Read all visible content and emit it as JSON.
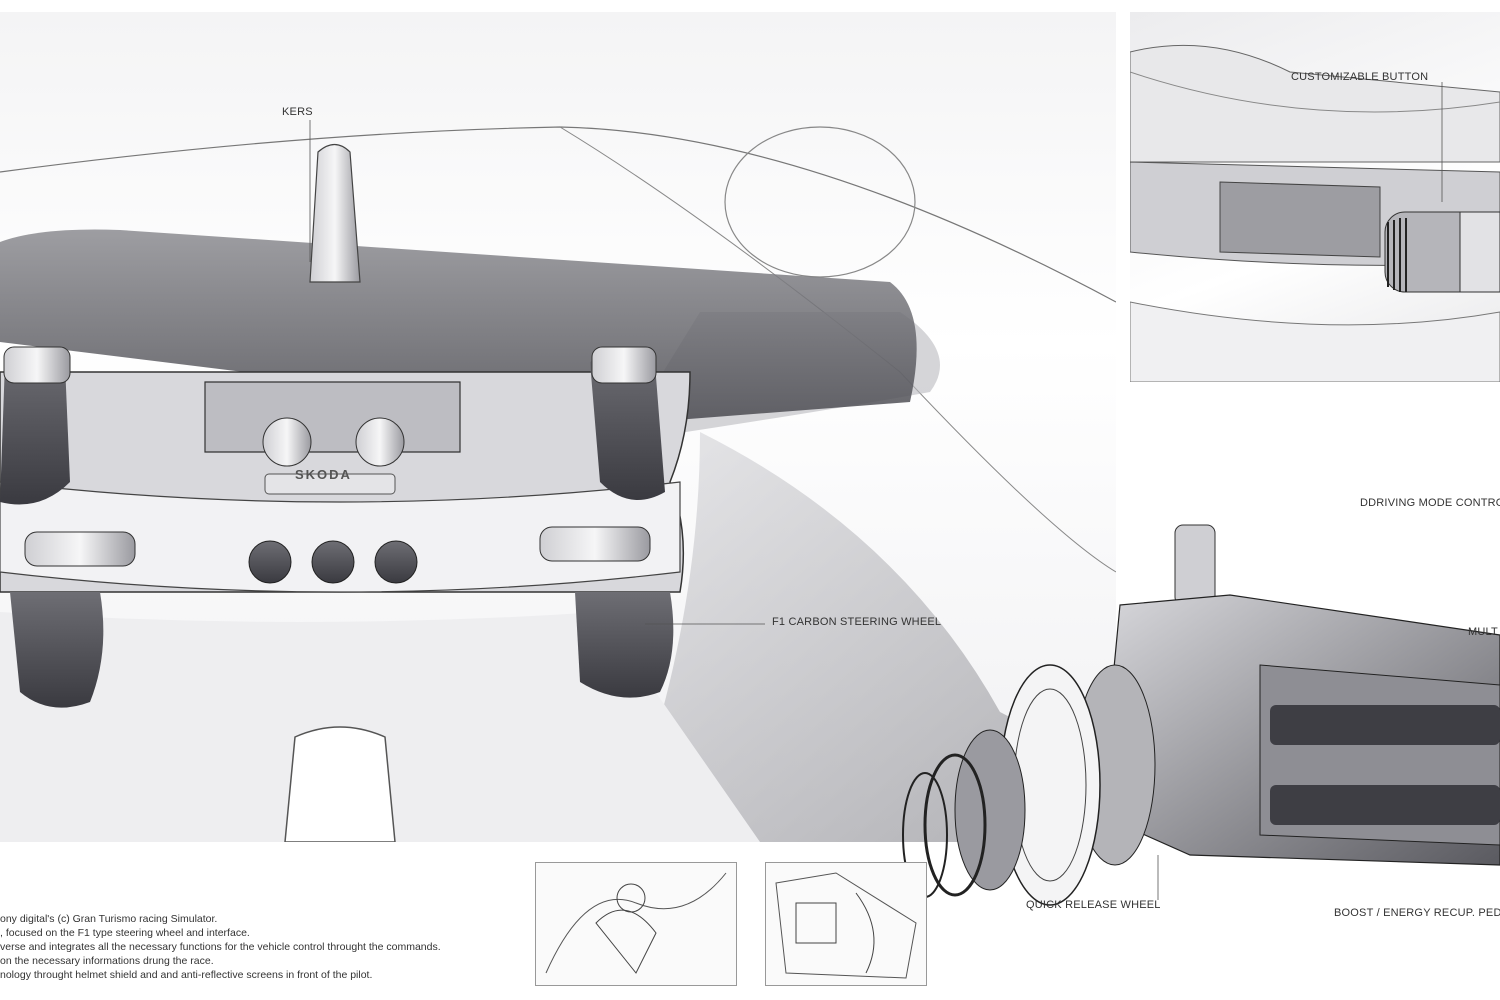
{
  "labels": {
    "kers": "KERS",
    "customizable_button": "CUSTOMIZABLE BUTTON",
    "driving_mode": "DDRIVING MODE CONTRO",
    "multi": "MULT",
    "f1_wheel": "F1 CARBON STEERING WHEEL",
    "quick_release": "QUICK RELEASE WHEEL",
    "boost": "BOOST / ENERGY RECUP. PEDA"
  },
  "wheel_badge": "SKODA",
  "caption_lines": [
    "ony digital's (c) Gran Turismo racing Simulator.",
    ", focused on the F1 type steering wheel and interface.",
    "verse and integrates all the necessary functions for the vehicle control throught the commands.",
    " on the necessary informations drung the race.",
    "nology throught helmet shield and and anti-reflective screens in front of the pilot."
  ]
}
